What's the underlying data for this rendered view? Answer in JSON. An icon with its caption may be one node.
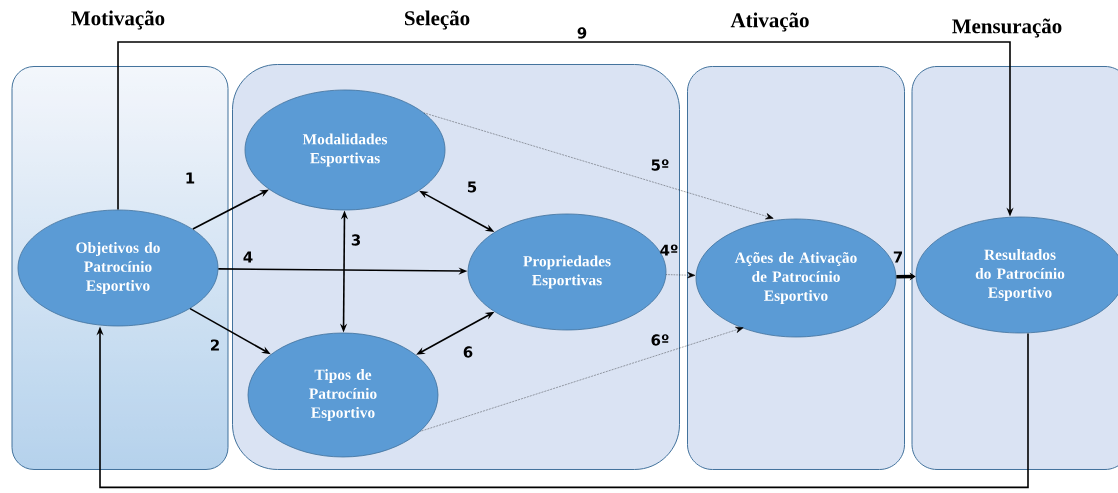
{
  "diagram": {
    "nodes": [
      {
        "text": [
          "Motivação"
        ]
      },
      {
        "text": [
          "Seleção"
        ]
      },
      {
        "text": [
          "Ativação"
        ]
      },
      {
        "text": [
          "Mensuração"
        ]
      },
      {
        "text": [
          "Objetivos do Patrocínio Esportivo"
        ],
        "in": 0
      },
      {
        "text": [
          "Modalidades Esportivas"
        ],
        "in": 1
      },
      {
        "text": [
          "Propriedades Esportivas"
        ],
        "in": 1
      },
      {
        "text": [
          "Tipos de Patrocínio Esportivo"
        ],
        "in": 1
      },
      {
        "text": [
          "Ações de Ativação de Patrocínio Esportivo"
        ],
        "in": 2
      },
      {
        "text": [
          "Resultados do Patrocínio Esportivo"
        ],
        "in": 3
      }
    ],
    "edges": [
      {
        "from": 4,
        "to": 5,
        "arrow": "to",
        "label": "1"
      },
      {
        "from": 4,
        "to": 7,
        "arrow": "to",
        "label": "2"
      },
      {
        "from": 5,
        "to": 7,
        "arrow": "both",
        "label": "3"
      },
      {
        "from": 4,
        "to": 6,
        "arrow": "to",
        "label": "4"
      },
      {
        "from": 5,
        "to": 6,
        "arrow": "both",
        "label": "5"
      },
      {
        "from": 7,
        "to": 6,
        "arrow": "both",
        "label": "6"
      },
      {
        "from": 5,
        "to": 8,
        "arrow": "to",
        "label": "5º",
        "style": "dashed"
      },
      {
        "from": 6,
        "to": 8,
        "arrow": "to",
        "label": "4º",
        "style": "dashed"
      },
      {
        "from": 7,
        "to": 8,
        "arrow": "to",
        "label": "6º",
        "style": "dashed"
      },
      {
        "from": 8,
        "to": 9,
        "arrow": "to",
        "label": "7",
        "style": "thick"
      },
      {
        "from": 4,
        "to": 9,
        "arrow": "to",
        "label": "9"
      },
      {
        "from": 9,
        "to": 4,
        "arrow": "to"
      }
    ]
  }
}
